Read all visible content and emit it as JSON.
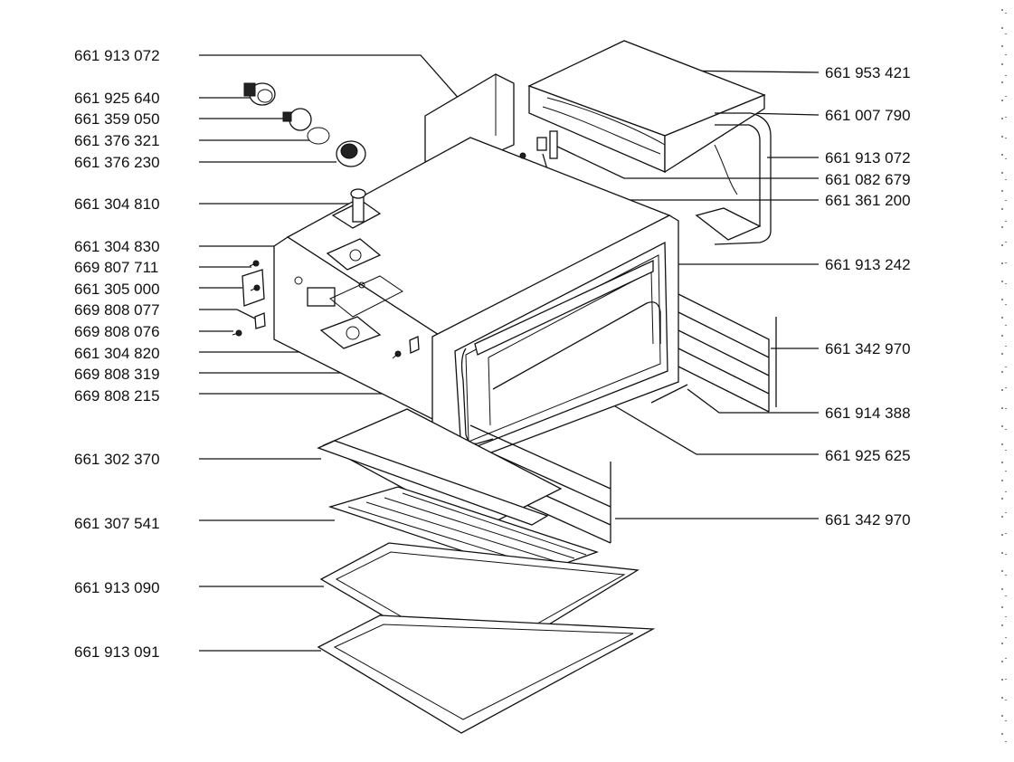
{
  "parts_left": [
    "661 913 072",
    "661 925 640",
    "661 359 050",
    "661 376 321",
    "661 376 230",
    "661 304 810",
    "661 304 830",
    "669 807 711",
    "661 305 000",
    "669 808 077",
    "669 808 076",
    "661 304 820",
    "669 808 319",
    "669 808 215",
    "661 302 370",
    "661 307 541",
    "661 913 090",
    "661 913 091"
  ],
  "parts_right": [
    "661 953 421",
    "661 007 790",
    "661 913 072",
    "661 082 679",
    "661 361 200",
    "661 913 242",
    "661 342 970",
    "661 914 388",
    "661 925 625",
    "661 342 970"
  ],
  "colors": {
    "ink": "#111111",
    "paper": "#ffffff"
  }
}
